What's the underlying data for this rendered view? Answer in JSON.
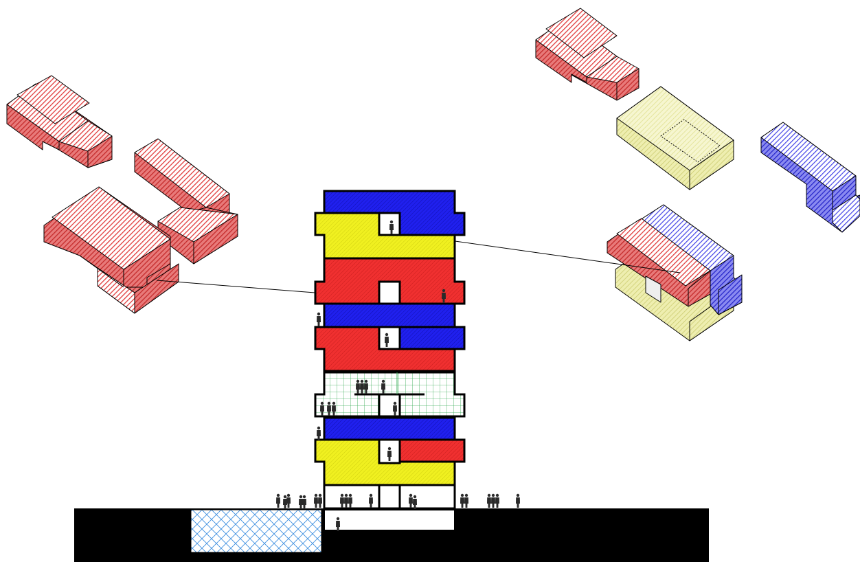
{
  "diagram": {
    "kind": "architectural-section-with-isometric-volumes",
    "colors": {
      "red": "#f03030",
      "red_light": "#f2a0a0",
      "red_dark": "#d94848",
      "blue": "#1a1ae6",
      "blue_light": "#b8b8f2",
      "yellow": "#f0f01e",
      "yellow_light": "#f4f4c0",
      "green_grid": "#2fa84f",
      "water": "#3c8fe0",
      "ground": "#000000",
      "outline": "#000000",
      "people": "#2a2a2a"
    },
    "floors_top_to_bottom": [
      {
        "name": "upper-duplex",
        "colors": [
          "blue",
          "yellow"
        ]
      },
      {
        "name": "middle-duplex-red",
        "colors": [
          "red",
          "red"
        ]
      },
      {
        "name": "middle-duplex-blue-red",
        "colors": [
          "blue",
          "red"
        ]
      },
      {
        "name": "communal-greenhouse",
        "colors": [
          "green_grid"
        ]
      },
      {
        "name": "lower-duplex",
        "colors": [
          "blue",
          "yellow",
          "red"
        ]
      },
      {
        "name": "ground-floor",
        "colors": [
          "white"
        ]
      },
      {
        "name": "basement",
        "colors": [
          "white"
        ]
      }
    ],
    "exploded_volume_groups": [
      {
        "name": "left-red-cluster",
        "color": "red"
      },
      {
        "name": "right-mixed-cluster",
        "colors": [
          "red",
          "yellow",
          "blue"
        ]
      }
    ]
  }
}
